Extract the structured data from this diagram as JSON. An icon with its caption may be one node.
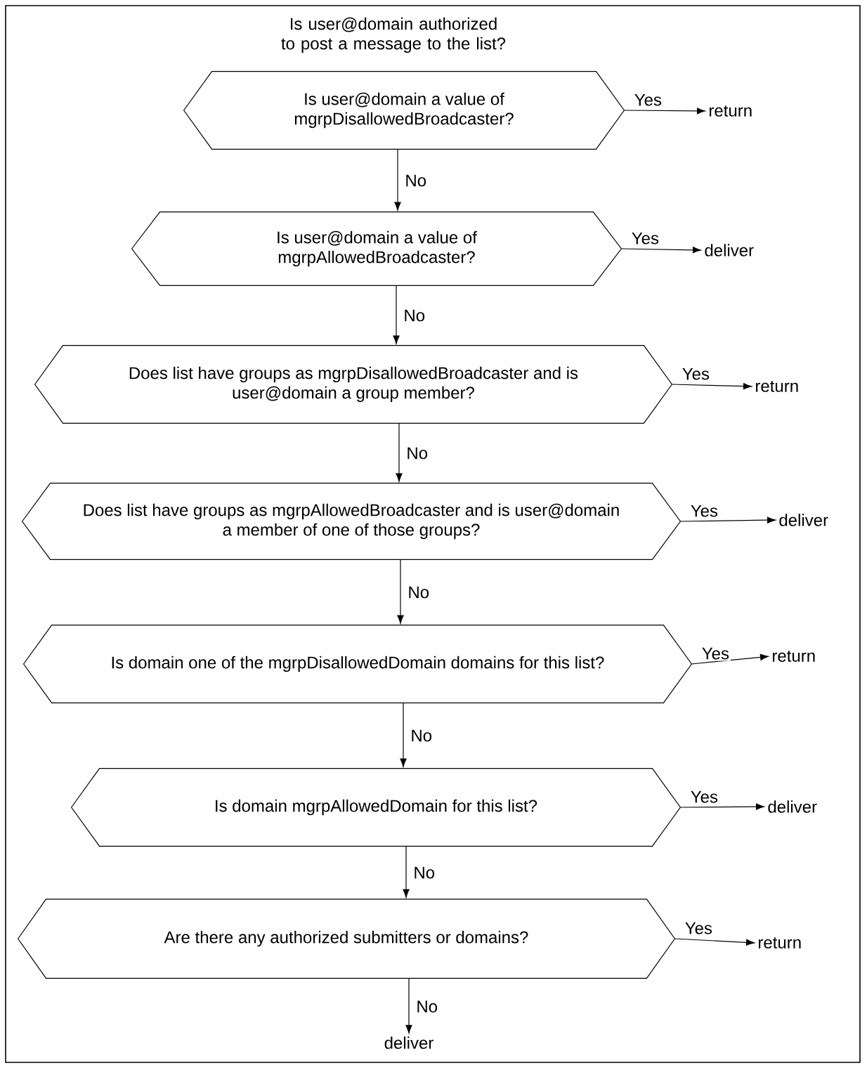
{
  "diagram": {
    "title": "Is user@domain authorized to post a message to the list?",
    "nodes": [
      {
        "text": [
          "Is user@domain a value of mgrpDisallowedBroadcaster?"
        ]
      },
      {
        "text": [
          "Is user@domain a value of mgrpAllowedBroadcaster?"
        ]
      },
      {
        "text": [
          "Does list have groups as mgrpDisallowedBroadcaster and is user@domain a group member?"
        ]
      },
      {
        "text": [
          "Does list have groups as mgrpAllowedBroadcaster and is user@domain a member of one of those groups?"
        ]
      },
      {
        "text": [
          "Is domain one of the mgrpDisallowedDomain domains for this list?"
        ]
      },
      {
        "text": [
          "Is domain mgrpAllowedDomain for this list?"
        ]
      },
      {
        "text": [
          "Are there any authorized submitters or domains?"
        ]
      },
      {
        "text": [
          "return"
        ]
      },
      {
        "text": [
          "deliver"
        ]
      },
      {
        "text": [
          "return"
        ]
      },
      {
        "text": [
          "deliver"
        ]
      },
      {
        "text": [
          "return"
        ]
      },
      {
        "text": [
          "deliver"
        ]
      },
      {
        "text": [
          "return"
        ]
      },
      {
        "text": [
          "deliver"
        ]
      }
    ],
    "edges": [
      {
        "from": 0,
        "to": 7,
        "arrow": "to",
        "label": "Yes"
      },
      {
        "from": 0,
        "to": 1,
        "arrow": "to",
        "label": "No"
      },
      {
        "from": 1,
        "to": 8,
        "arrow": "to",
        "label": "Yes"
      },
      {
        "from": 1,
        "to": 2,
        "arrow": "to",
        "label": "No"
      },
      {
        "from": 2,
        "to": 9,
        "arrow": "to",
        "label": "Yes"
      },
      {
        "from": 2,
        "to": 3,
        "arrow": "to",
        "label": "No"
      },
      {
        "from": 3,
        "to": 10,
        "arrow": "to",
        "label": "Yes"
      },
      {
        "from": 3,
        "to": 4,
        "arrow": "to",
        "label": "No"
      },
      {
        "from": 4,
        "to": 11,
        "arrow": "to",
        "label": "Yes"
      },
      {
        "from": 4,
        "to": 5,
        "arrow": "to",
        "label": "No"
      },
      {
        "from": 5,
        "to": 12,
        "arrow": "to",
        "label": "Yes"
      },
      {
        "from": 5,
        "to": 6,
        "arrow": "to",
        "label": "No"
      },
      {
        "from": 6,
        "to": 13,
        "arrow": "to",
        "label": "Yes"
      },
      {
        "from": 6,
        "to": 14,
        "arrow": "to",
        "label": "No"
      }
    ]
  }
}
